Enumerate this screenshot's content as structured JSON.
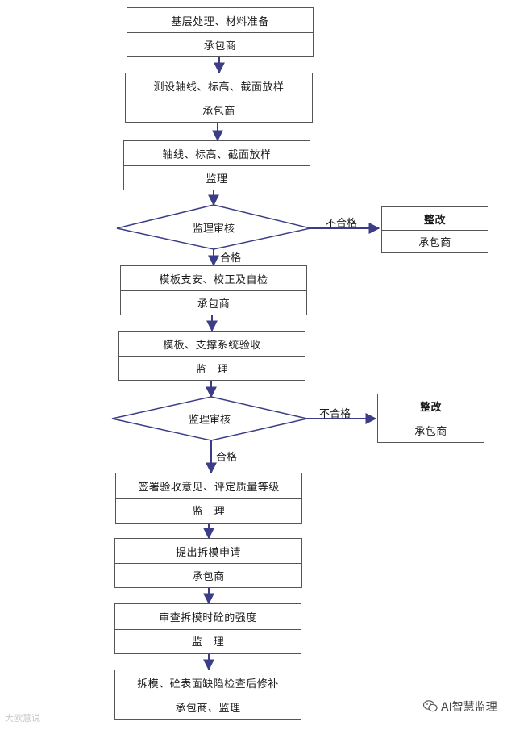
{
  "steps": [
    {
      "title": "基层处理、材料准备",
      "role": "承包商"
    },
    {
      "title": "测设轴线、标高、截面放样",
      "role": "承包商"
    },
    {
      "title": "轴线、标高、截面放样",
      "role": "监理"
    },
    {
      "title": "模板支安、校正及自检",
      "role": "承包商"
    },
    {
      "title": "模板、支撑系统验收",
      "role": "监　理"
    },
    {
      "title": "签署验收意见、评定质量等级",
      "role": "监　理"
    },
    {
      "title": "提出拆模申请",
      "role": "承包商"
    },
    {
      "title": "审查拆模时砼的强度",
      "role": "监　理"
    },
    {
      "title": "拆模、砼表面缺陷检查后修补",
      "role": "承包商、监理"
    }
  ],
  "decisions": [
    {
      "label": "监理审核",
      "pass": "合格",
      "fail": "不合格"
    },
    {
      "label": "监理审核",
      "pass": "合格",
      "fail": "不合格"
    }
  ],
  "rework": [
    {
      "title": "整改",
      "role": "承包商"
    },
    {
      "title": "整改",
      "role": "承包商"
    }
  ],
  "watermark": {
    "left": "大欧慧说",
    "right": "AI智慧监理"
  },
  "colors": {
    "arrow": "#3b3e86",
    "border": "#555555"
  }
}
